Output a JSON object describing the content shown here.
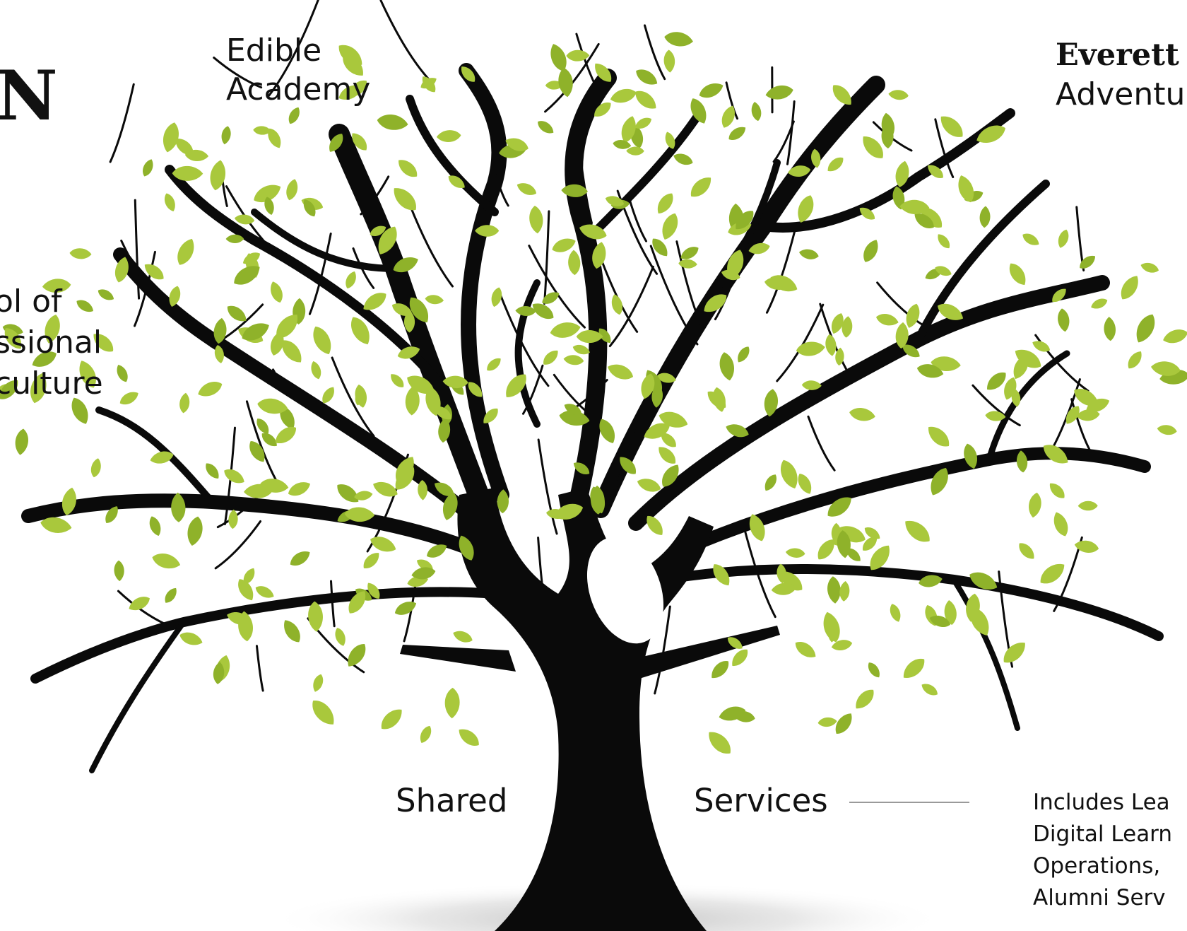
{
  "labels": {
    "logo_fragment": "N",
    "edible_academy": [
      "Edible",
      "Academy"
    ],
    "everett": [
      "Everett C",
      "Adventu"
    ],
    "school": [
      "ol of",
      "ssional",
      "culture"
    ],
    "shared": "Shared",
    "services": "Services",
    "includes": [
      "Includes Lea",
      "Digital Learn",
      "Operations,",
      "Alumni Serv"
    ]
  },
  "colors": {
    "leaf": "#a9c83c",
    "leaf_dark": "#8fb22a",
    "trunk": "#0a0a0a",
    "shadow": "#d9d9d9",
    "connector": "#9a9a9a"
  }
}
